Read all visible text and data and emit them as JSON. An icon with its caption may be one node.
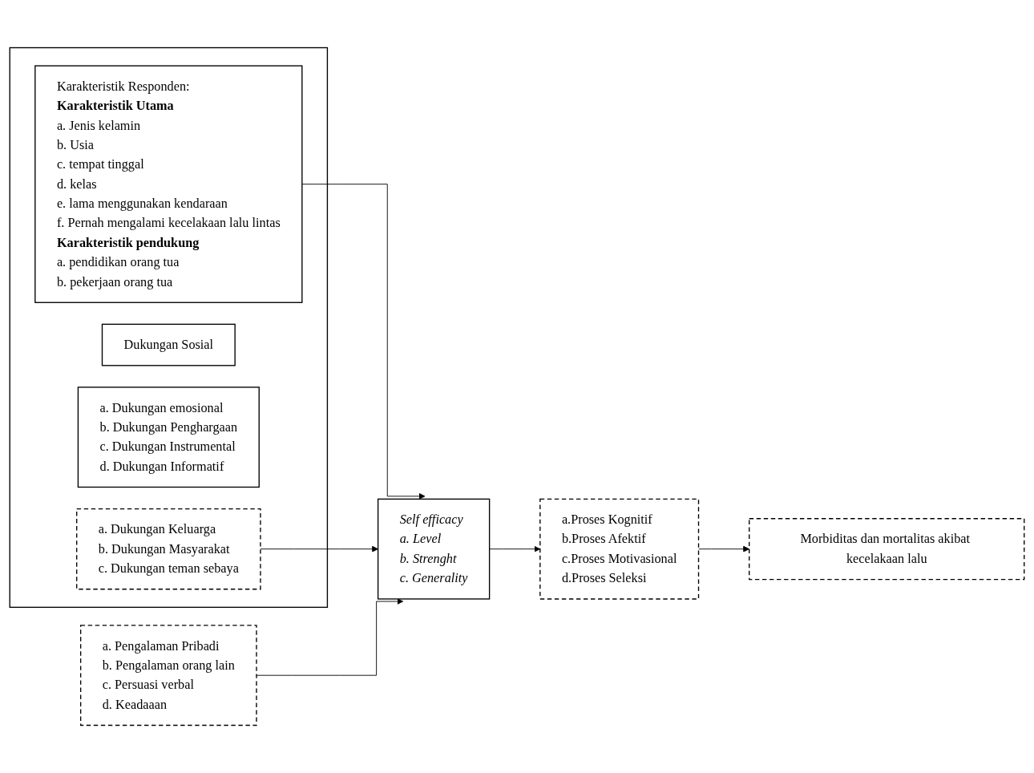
{
  "diagram": {
    "nodes": [
      {
        "text": [],
        "shape": "box"
      },
      {
        "text": [
          "Karakteristik Responden:",
          "Karakteristik Utama",
          "a. Jenis kelamin",
          "b. Usia",
          "c. tempat tinggal",
          "d. kelas",
          "e. lama menggunakan kendaraan",
          "f. Pernah mengalami kecelakaan lalu lintas",
          "Karakteristik pendukung",
          "a. pendidikan orang tua",
          "b. pekerjaan orang tua"
        ],
        "in": 0
      },
      {
        "text": [
          "Dukungan Sosial"
        ],
        "in": 0
      },
      {
        "text": [
          "a. Dukungan emosional",
          "b. Dukungan Penghargaan",
          "c. Dukungan Instrumental",
          "d. Dukungan Informatif"
        ],
        "in": 0
      },
      {
        "text": [
          "a. Dukungan Keluarga",
          "b. Dukungan Masyarakat",
          "c. Dukungan teman sebaya"
        ],
        "in": 0
      },
      {
        "text": [
          "Self efficacy",
          "a. Level",
          "b. Strenght",
          "c. Generality"
        ]
      },
      {
        "text": [
          "a. Pengalaman Pribadi",
          "b. Pengalaman orang lain",
          "c. Persuasi verbal",
          "d. Keadaaan"
        ]
      },
      {
        "text": [
          "a.Proses Kognitif",
          "b.Proses Afektif",
          "c.Proses Motivasional",
          "d.Proses Seleksi"
        ]
      },
      {
        "text": [
          "Morbiditas dan mortalitas akibat kecelakaan lalu"
        ]
      }
    ],
    "edges": [
      {
        "from": 1,
        "to": 5,
        "arrow": "to"
      },
      {
        "from": 4,
        "to": 5,
        "arrow": "to"
      },
      {
        "from": 6,
        "to": 5,
        "arrow": "to"
      },
      {
        "from": 5,
        "to": 7,
        "arrow": "to"
      },
      {
        "from": 7,
        "to": 8,
        "arrow": "to"
      }
    ]
  }
}
